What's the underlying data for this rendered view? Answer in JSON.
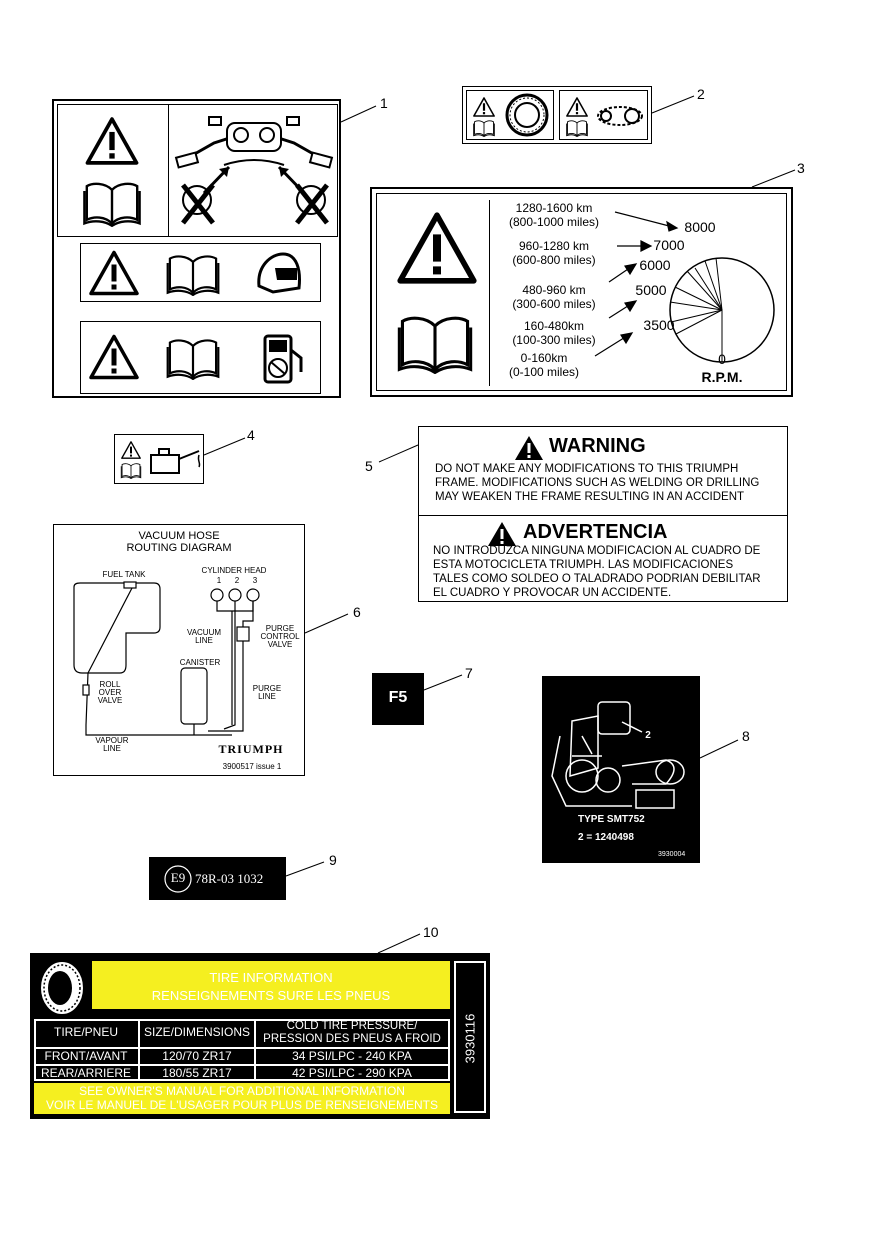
{
  "callouts": [
    "1",
    "2",
    "3",
    "4",
    "5",
    "6",
    "7",
    "8",
    "9",
    "10"
  ],
  "decal3": {
    "ranges": [
      {
        "km": "1280-1600 km",
        "miles": "(800-1000 miles)",
        "rpm": "8000"
      },
      {
        "km": "960-1280 km",
        "miles": "(600-800 miles)",
        "rpm": "7000"
      },
      {
        "km": "480-960 km",
        "miles": "(300-600 miles)",
        "rpm": "6000"
      },
      {
        "km": "160-480km",
        "miles": "(100-300 miles)",
        "rpm": "5000"
      },
      {
        "km": "0-160km",
        "miles": "(0-100 miles)",
        "rpm": "3500"
      }
    ],
    "zero": "0",
    "unit": "R.P.M."
  },
  "decal5": {
    "warning_title": "WARNING",
    "warning_text": [
      "DO  NOT MAKE ANY MODIFICATIONS TO THIS TRIUMPH",
      "FRAME.  MODIFICATIONS SUCH AS WELDING OR DRILLING",
      "MAY WEAKEN THE FRAME RESULTING IN AN ACCIDENT"
    ],
    "advert_title": "ADVERTENCIA",
    "advert_text": [
      "NO INTRODUZCA NINGUNA MODIFICACION AL CUADRO DE",
      "ESTA MOTOCICLETA TRIUMPH.  LAS MODIFICACIONES",
      "TALES COMO SOLDEO O TALADRADO PODRIAN DEBILITAR",
      "EL CUADRO Y PROVOCAR UN ACCIDENTE."
    ]
  },
  "decal6": {
    "title1": "VACUUM HOSE",
    "title2": "ROUTING DIAGRAM",
    "fuel_tank": "FUEL TANK",
    "cyl_head": "CYLINDER HEAD",
    "cyl_nums": [
      "1",
      "2",
      "3"
    ],
    "vacuum_line": [
      "VACUUM",
      "LINE"
    ],
    "purge_valve": [
      "PURGE",
      "CONTROL",
      "VALVE"
    ],
    "canister": "CANISTER",
    "roll_over": [
      "ROLL",
      "OVER",
      "VALVE"
    ],
    "purge_line": [
      "PURGE",
      "LINE"
    ],
    "vapour_line": [
      "VAPOUR",
      "LINE"
    ],
    "brand": "TRIUMPH",
    "part": "3900517 issue 1"
  },
  "decal7": {
    "text": "F5"
  },
  "decal8": {
    "num": "2",
    "type": "TYPE SMT752",
    "part": "2 = 1240498",
    "code": "3930004"
  },
  "decal9": {
    "circle": "E9",
    "code": "78R-03 1032"
  },
  "decal10": {
    "title1": "TIRE INFORMATION",
    "title2": "RENSEIGNEMENTS SURE LES PNEUS",
    "headers": [
      "TIRE/PNEU",
      "SIZE/DIMENSIONS",
      "COLD TIRE PRESSURE/",
      "PRESSION DES PNEUS A FROID"
    ],
    "rows": [
      [
        "FRONT/AVANT",
        "120/70 ZR17",
        "34 PSI/LPC - 240 KPA"
      ],
      [
        "REAR/ARRIERE",
        "180/55 ZR17",
        "42 PSI/LPC - 290 KPA"
      ]
    ],
    "footer1": "SEE OWNER'S MANUAL FOR ADDITIONAL INFORMATION",
    "footer2": "VOIR LE MANUEL DE L'USAGER POUR PLUS DE RENSEIGNEMENTS",
    "side": "3930116"
  }
}
